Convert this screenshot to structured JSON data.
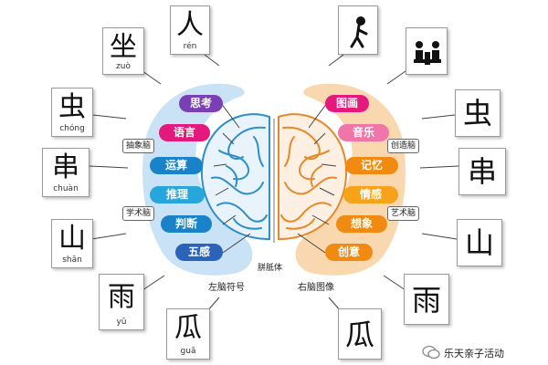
{
  "left_cards": [
    {
      "char": "人",
      "pinyin": "rén"
    },
    {
      "char": "坐",
      "pinyin": "zuò"
    },
    {
      "char": "虫",
      "pinyin": "chóng"
    },
    {
      "char": "串",
      "pinyin": "chuàn"
    },
    {
      "char": "山",
      "pinyin": "shān"
    },
    {
      "char": "雨",
      "pinyin": "yǔ"
    },
    {
      "char": "瓜",
      "pinyin": "guā"
    }
  ],
  "right_cards": [
    {
      "char": "虫"
    },
    {
      "char": "串"
    },
    {
      "char": "山"
    },
    {
      "char": "雨"
    },
    {
      "char": "瓜"
    }
  ],
  "left_functions": [
    {
      "label": "思考",
      "color": "#7b3fb5"
    },
    {
      "label": "语言",
      "color": "#e5197d"
    },
    {
      "label": "运算",
      "color": "#1a82c8"
    },
    {
      "label": "推理",
      "color": "#26a6dc"
    },
    {
      "label": "判断",
      "color": "#1a82c8"
    },
    {
      "label": "五感",
      "color": "#2a63b8"
    }
  ],
  "right_functions": [
    {
      "label": "图画",
      "color": "#e5197d"
    },
    {
      "label": "音乐",
      "color": "#f075a8"
    },
    {
      "label": "记忆",
      "color": "#f08a10"
    },
    {
      "label": "情感",
      "color": "#f6a31a"
    },
    {
      "label": "想象",
      "color": "#f08a10"
    },
    {
      "label": "创意",
      "color": "#f08a10"
    }
  ],
  "tags": {
    "abstract": "抽象脑",
    "academic": "学术脑",
    "creative": "创造脑",
    "art": "艺术脑"
  },
  "corpus_label": "胼胝体",
  "left_caption": "左脑符号",
  "right_caption": "右脑图像",
  "watermark": "乐天亲子活动",
  "colors": {
    "left_lobe": "#c9e2f5",
    "right_lobe": "#f9d8b0",
    "left_brain": "#2e8fc9",
    "right_brain": "#e38a2c"
  }
}
